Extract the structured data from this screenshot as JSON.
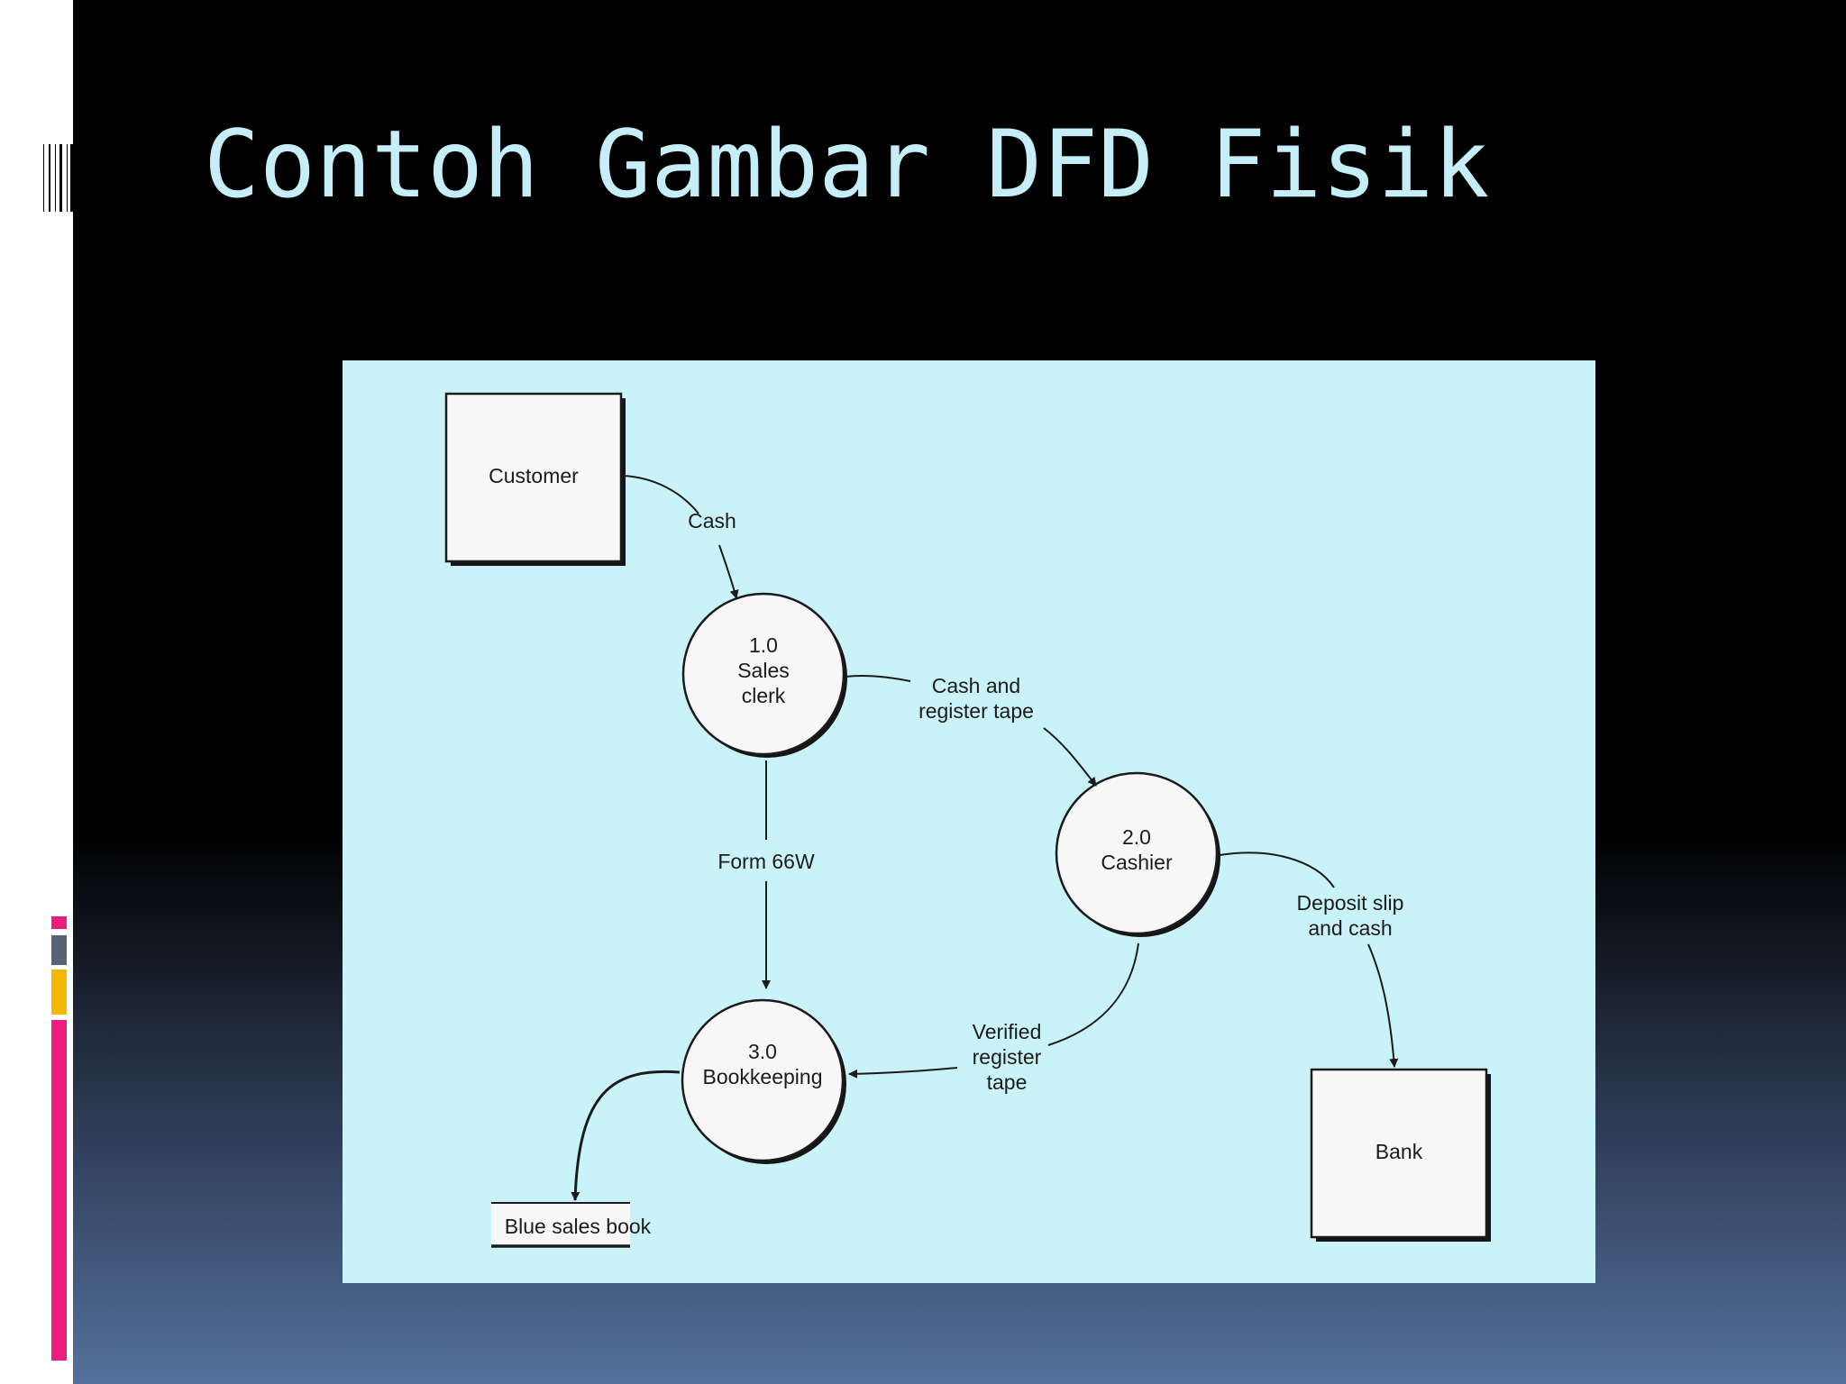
{
  "slide": {
    "title": "Contoh Gambar DFD Fisik",
    "accent_colors": [
      "#e91e7e",
      "#56627a",
      "#f5b800"
    ]
  },
  "diagram": {
    "external_entities": [
      {
        "id": "customer",
        "label": "Customer"
      },
      {
        "id": "bank",
        "label": "Bank"
      }
    ],
    "processes": [
      {
        "id": "p1",
        "number": "1.0",
        "name_lines": [
          "Sales",
          "clerk"
        ]
      },
      {
        "id": "p2",
        "number": "2.0",
        "name_lines": [
          "Cashier"
        ]
      },
      {
        "id": "p3",
        "number": "3.0",
        "name_lines": [
          "Bookkeeping"
        ]
      }
    ],
    "data_stores": [
      {
        "id": "blue-sales-book",
        "label": "Blue sales book"
      }
    ],
    "flows": [
      {
        "from": "customer",
        "to": "p1",
        "label_lines": [
          "Cash"
        ]
      },
      {
        "from": "p1",
        "to": "p2",
        "label_lines": [
          "Cash and",
          "register tape"
        ]
      },
      {
        "from": "p1",
        "to": "p3",
        "label_lines": [
          "Form 66W"
        ]
      },
      {
        "from": "p2",
        "to": "p3",
        "label_lines": [
          "Verified",
          "register",
          "tape"
        ]
      },
      {
        "from": "p2",
        "to": "bank",
        "label_lines": [
          "Deposit slip",
          "and cash"
        ]
      },
      {
        "from": "p3",
        "to": "blue-sales-book",
        "label_lines": []
      }
    ]
  }
}
